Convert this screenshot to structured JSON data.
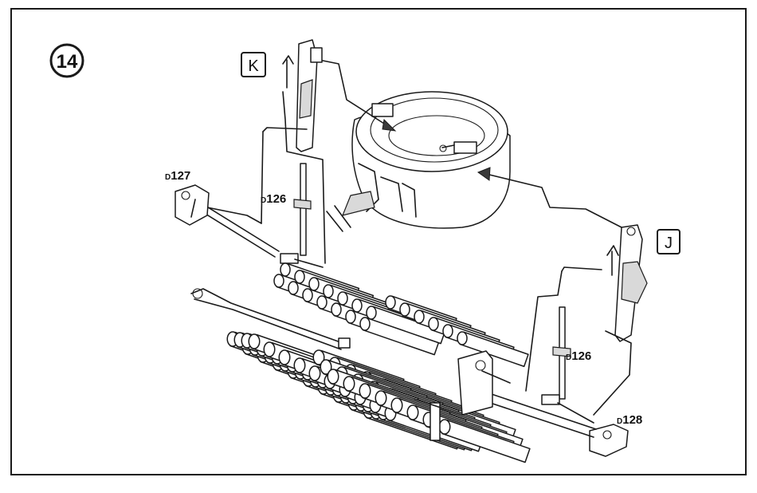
{
  "step": {
    "number": "14"
  },
  "labels": {
    "k_box": "K",
    "j_box": "J",
    "part_127_prefix": "D",
    "part_127_num": "127",
    "part_126a_prefix": "D",
    "part_126a_num": "126",
    "part_126b_prefix": "D",
    "part_126b_num": "126",
    "part_128_prefix": "D",
    "part_128_num": "128"
  },
  "colors": {
    "ink": "#1a1a1a",
    "paper": "#ffffff",
    "shade": "#d9d9d9"
  }
}
